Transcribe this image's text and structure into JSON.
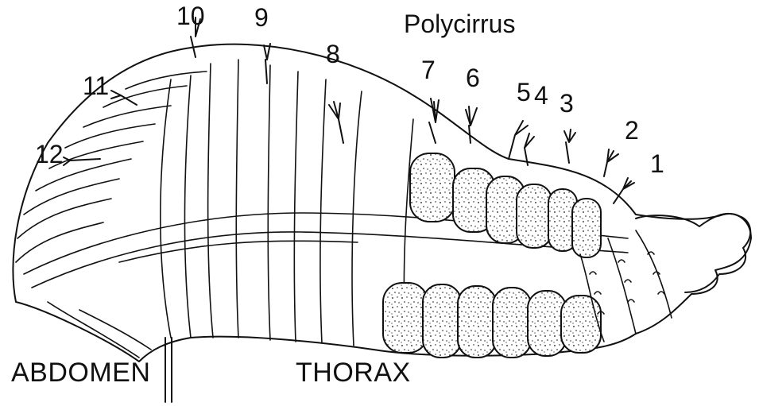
{
  "figure": {
    "title": "Polycirrus",
    "region_labels": {
      "abdomen": "ABDOMEN",
      "thorax": "THORAX"
    },
    "segment_labels": [
      "1",
      "2",
      "3",
      "4",
      "5",
      "6",
      "7",
      "8",
      "9",
      "10",
      "11",
      "12"
    ]
  }
}
